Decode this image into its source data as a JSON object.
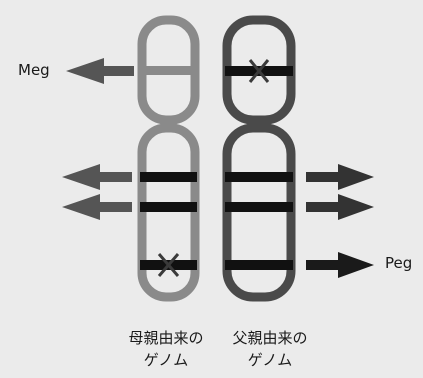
{
  "labels": {
    "meg": "Meg",
    "peg": "Peg"
  },
  "captions": {
    "maternal_line1": "母親由来の",
    "maternal_line2": "ゲノム",
    "paternal_line1": "父親由来の",
    "paternal_line2": "ゲノム"
  },
  "colors": {
    "background": "#ebebeb",
    "maternal_outline": "#8a8a8a",
    "paternal_outline": "#4a4a4a",
    "band": "#111111",
    "arrow_left": "#555555",
    "arrow_right": "#333333",
    "arrow_peg": "#1a1a1a"
  }
}
